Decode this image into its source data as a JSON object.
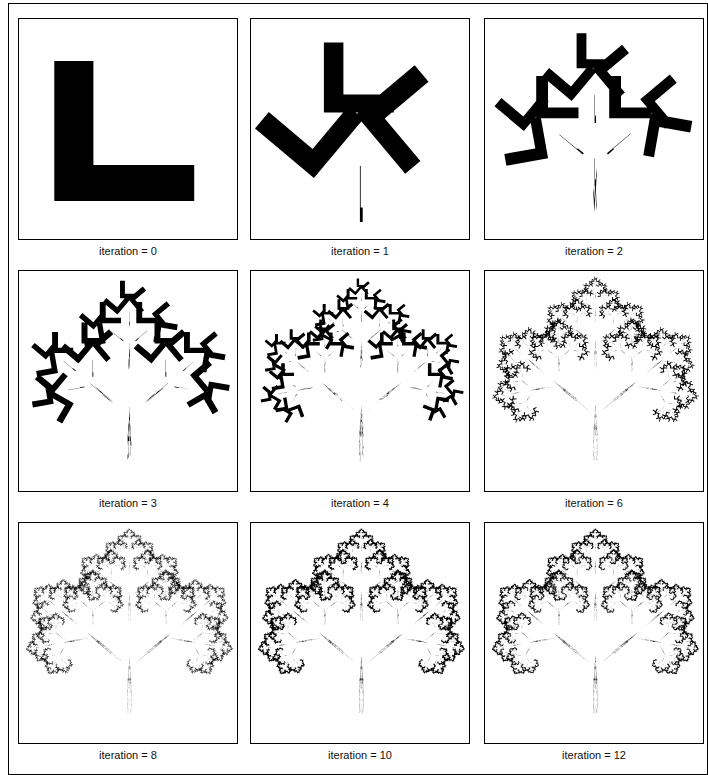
{
  "diagram": {
    "labels": [
      "iteration = 0",
      "iteration = 1",
      "iteration = 2",
      "iteration = 3",
      "iteration = 4",
      "iteration = 6",
      "iteration = 8",
      "iteration = 10",
      "iteration = 12"
    ]
  }
}
